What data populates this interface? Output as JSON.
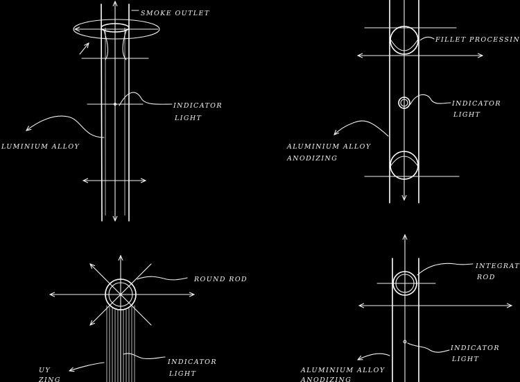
{
  "colors": {
    "background": "#000000",
    "line": "#f2f2f2"
  },
  "labels": {
    "smoke_outlet": "SMOKE OUTLET",
    "indicator_light": "INDICATOR",
    "indicator_light_2": "LIGHT",
    "aluminium_alloy_left": "LUMINIUM ALLOY",
    "fillet_processing": "FILLET PROCESSING",
    "indicator_tr_1": "INDICATOR",
    "indicator_tr_2": "LIGHT",
    "aluminium_alloy_tr_1": "ALUMINIUM ALLOY",
    "aluminium_alloy_tr_2": "ANODIZING",
    "round_rod": "ROUND ROD",
    "indicator_bl_1": "INDICATOR",
    "indicator_bl_2": "LIGHT",
    "bl_partial_1": "UY",
    "bl_partial_2": "ZING",
    "integration_1": "INTEGRATION",
    "integration_2": "ROD",
    "indicator_br_1": "INDICATOR",
    "indicator_br_2": "LIGHT",
    "aluminium_alloy_br_1": "ALUMINIUM ALLOY",
    "aluminium_alloy_br_2": "ANODIZING"
  }
}
